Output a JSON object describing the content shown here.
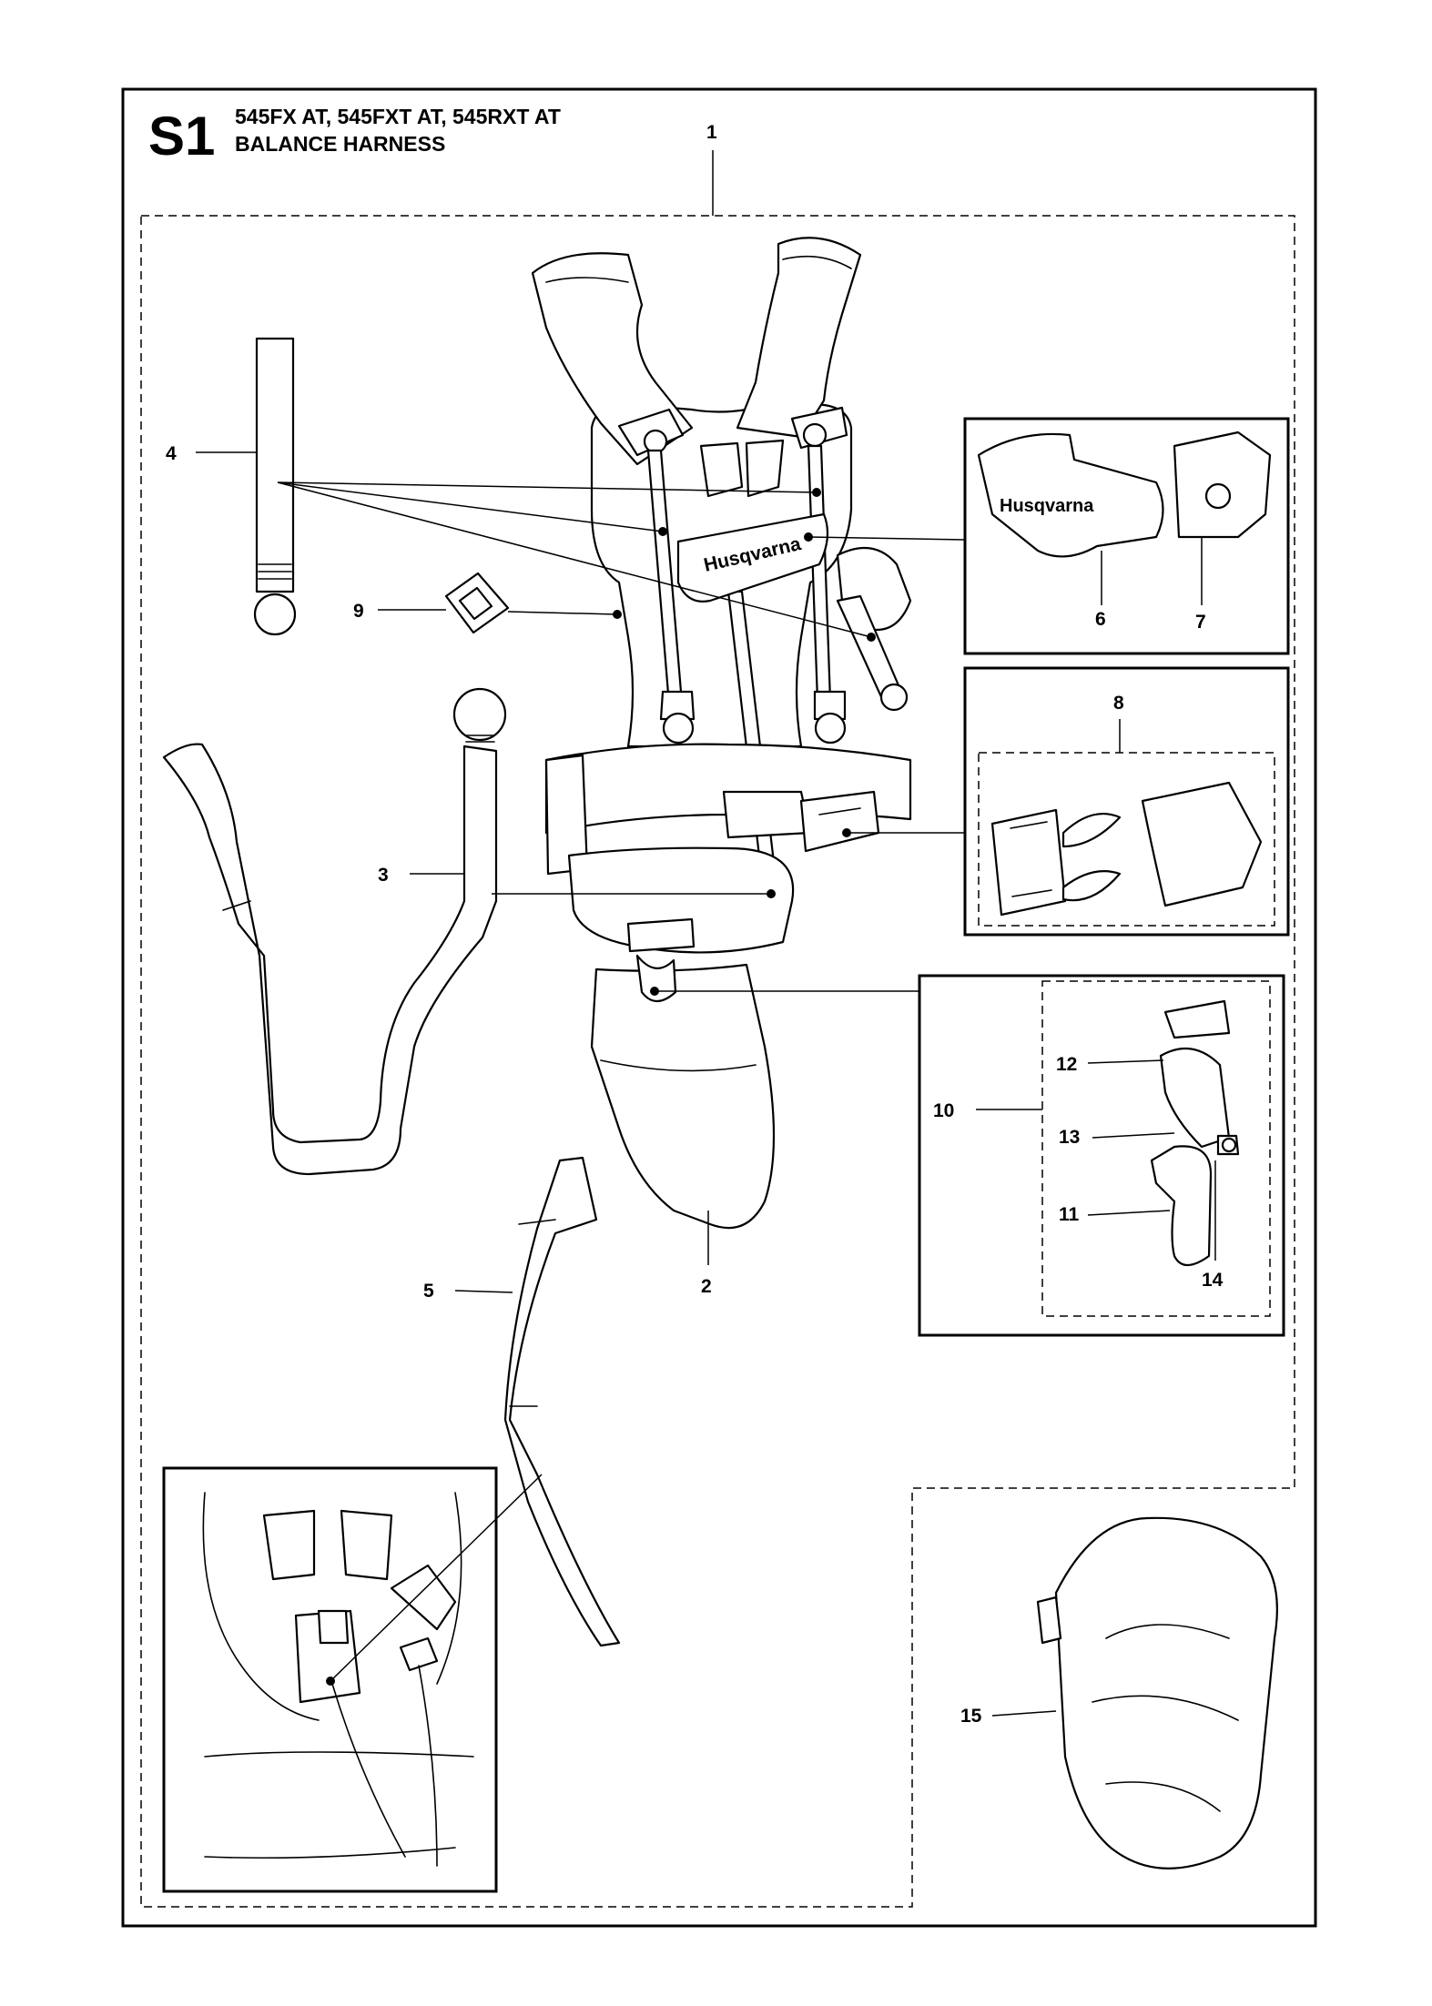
{
  "header": {
    "section_code": "S1",
    "models": "545FX AT, 545FXT AT, 545RXT AT",
    "title": "BALANCE HARNESS"
  },
  "brand": {
    "logo_text": "Husqvarna"
  },
  "callouts": [
    {
      "id": "c1",
      "label": "1"
    },
    {
      "id": "c2",
      "label": "2"
    },
    {
      "id": "c3",
      "label": "3"
    },
    {
      "id": "c4",
      "label": "4"
    },
    {
      "id": "c5",
      "label": "5"
    },
    {
      "id": "c6",
      "label": "6"
    },
    {
      "id": "c7",
      "label": "7"
    },
    {
      "id": "c8",
      "label": "8"
    },
    {
      "id": "c9",
      "label": "9"
    },
    {
      "id": "c10",
      "label": "10"
    },
    {
      "id": "c11",
      "label": "11"
    },
    {
      "id": "c12",
      "label": "12"
    },
    {
      "id": "c13",
      "label": "13"
    },
    {
      "id": "c14",
      "label": "14"
    },
    {
      "id": "c15",
      "label": "15"
    }
  ]
}
